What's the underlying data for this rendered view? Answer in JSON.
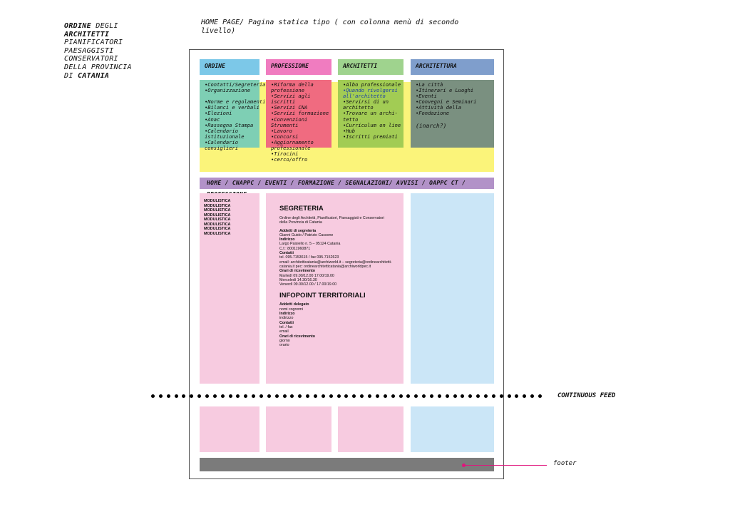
{
  "organization": {
    "lines": [
      [
        {
          "text": "ORDINE",
          "bold": true
        },
        {
          "text": " DEGLI",
          "bold": false
        }
      ],
      [
        {
          "text": "ARCHITETTI",
          "bold": true
        }
      ],
      [
        {
          "text": "PIANIFICATORI",
          "bold": false
        }
      ],
      [
        {
          "text": "PAESAGGISTI",
          "bold": false
        }
      ],
      [
        {
          "text": "CONSERVATORI",
          "bold": false
        }
      ],
      [
        {
          "text": "DELLA PROVINCIA",
          "bold": false
        }
      ],
      [
        {
          "text": "DI ",
          "bold": false
        },
        {
          "text": "CATANIA",
          "bold": true
        }
      ]
    ]
  },
  "page_title": "HOME PAGE/ Pagina statica tipo ( con colonna menù di secondo livello)",
  "menus": [
    {
      "title": "ORDINE",
      "color": "#7cc8e8",
      "body_color": "#7ecfb4",
      "items": [
        "•Contatti/Segreteria",
        "•Organizzazione",
        "",
        "•Norme e regolamenti",
        "•Bilanci e verbali",
        "•Elezioni",
        "•Anac",
        "•Rassegna Stampa",
        "•Calendario",
        "istituzionale",
        "•Calendario",
        "consiglieri"
      ]
    },
    {
      "title": "PROFESSIONE",
      "color": "#f07cc0",
      "body_color": "#f06b80",
      "items": [
        "•Riforma della",
        "professione",
        "•Servizi agli",
        "iscritti",
        "•Servizi CNA",
        "•Servizi formazione",
        "•Convenzioni",
        "Strumenti",
        "•Lavoro",
        "•Concorsi",
        "•Aggiornamento",
        "professionale",
        "•Tirocini",
        "•cerco/offro"
      ]
    },
    {
      "title": "ARCHITETTI",
      "color": "#9fd38e",
      "body_color": "#a2cc54",
      "items": [
        "•Albo professionale",
        "•Quando rivolgersi",
        "all'architetto",
        "•Servirsi di un",
        "architetto",
        "•Trovare un archi-",
        "tetto",
        "•Curriculum on line",
        "•Hub",
        "•Iscritti premiati"
      ],
      "highlight_items": [
        1,
        2
      ],
      "highlight_color": "#1a3fa8"
    },
    {
      "title": "ARCHITETTURA",
      "color": "#7f9ecc",
      "body_color": "#7a9080",
      "items": [
        "•La città",
        "•Itinerari e Luoghi",
        "•Eventi",
        "•Convegni e Seminari",
        "•Attività della",
        "•Fondazione",
        "",
        "(inarch?)"
      ]
    }
  ],
  "nav_bar": "HOME / CNAPPC / EVENTI / FORMAZIONE / SEGNALAZIONI/ AVVISI / OAPPC CT / PROFESSIONE",
  "modulistica": [
    "MODULISTICA",
    "MODULISTICA",
    "MODULISTICA",
    "MODULISTICA",
    "MODULISTICA",
    "MODULISTICA",
    "MODULISTICA",
    "MODULISTICA"
  ],
  "segreteria": {
    "heading": "SEGRETERIA",
    "intro": [
      "Ordine degli Architetti, Pianificatori, Paesaggisti e Conservatori",
      "della Provincia di Catania"
    ],
    "staff_label": "Addetti di segreteria",
    "staff": "Gianni Guido / Patrizio Cassone",
    "address_label": "Indirizzo",
    "address": [
      "Largo Paisiello n. 5 – 95124 Catania",
      "C.f.: 80011960871"
    ],
    "contacts_label": "Contatti",
    "contacts": [
      "tel. 095.7153615 / fax 095.7152623",
      "email: architetticatania@archiworld.it – segreteria@ordinearchitetti-",
      "catania.it pec: ordinearchitetticatania@archiworldpec.it"
    ],
    "hours_label": "Orari di ricevimento",
    "hours": [
      "Martedì 09.00/12.00 17.00/19.00",
      "Mercoledì 14.30/16.30",
      "Venerdì 09.00/12.00 / 17.00/19.00"
    ]
  },
  "infopoint": {
    "heading": "INFOPOINT TERRITORIALI",
    "delegate_label": "Addetti delegato",
    "delegate": "nomi cognomi",
    "address_label": "Indirizzo",
    "address": "indirizzo",
    "contacts_label": "Contatti",
    "contacts": [
      "tel.  / fax",
      "email"
    ],
    "hours_label": "Orari di ricevimento",
    "hours": [
      "giorno",
      "orario"
    ]
  },
  "feed_label": "CONTINUOUS FEED",
  "footer_label": "footer"
}
